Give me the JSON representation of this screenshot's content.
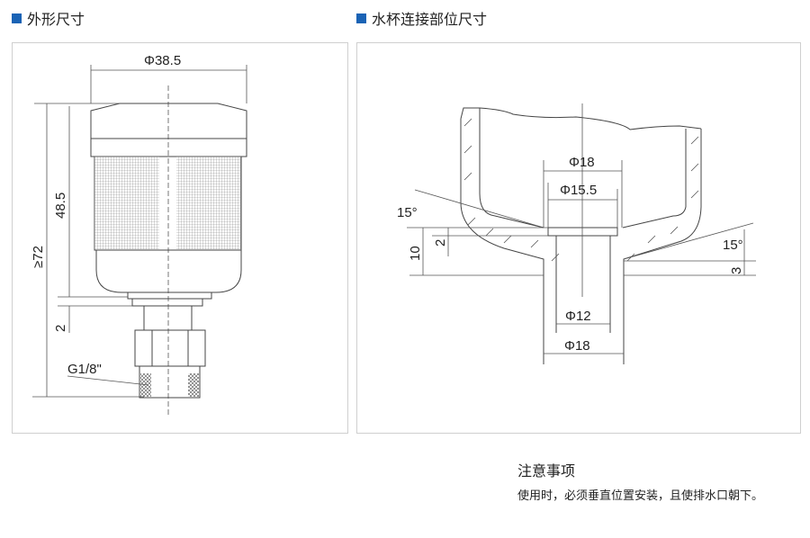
{
  "sections": {
    "outer_dimensions": {
      "title": "外形尺寸",
      "labels": {
        "diameter": "Φ38.5",
        "height_min": "≥72",
        "body_height": "48.5",
        "gap": "2",
        "thread": "G1/8\""
      }
    },
    "cup_connection": {
      "title": "水杯连接部位尺寸",
      "labels": {
        "d_top_outer": "Φ18",
        "d_top_inner": "Φ15.5",
        "angle_left": "15°",
        "depth": "10",
        "step": "2",
        "angle_right": "15°",
        "offset": "3",
        "d_bottom_inner": "Φ12",
        "d_bottom_outer": "Φ18"
      }
    }
  },
  "notes": {
    "title": "注意事项",
    "text": "使用时，必须垂直位置安装，且使排水口朝下。"
  },
  "colors": {
    "accent": "#1a63b5"
  }
}
